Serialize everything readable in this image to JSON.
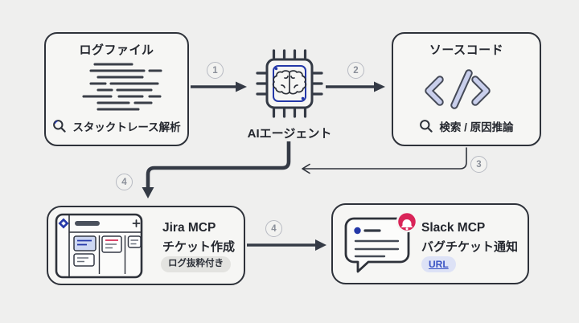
{
  "nodes": {
    "log_file": {
      "title": "ログファイル",
      "caption": "スタックトレース解析"
    },
    "ai_agent": {
      "label": "AIエージェント"
    },
    "source_code": {
      "title": "ソースコード",
      "caption": "検索 / 原因推論"
    },
    "jira": {
      "title": "Jira MCP",
      "subtitle": "チケット作成",
      "badge": "ログ抜粋付き"
    },
    "slack": {
      "title": "Slack MCP",
      "subtitle": "バグチケット通知",
      "badge": "URL"
    }
  },
  "steps": {
    "s1": "1",
    "s2": "2",
    "s3": "3",
    "s4a": "4",
    "s4b": "4"
  },
  "icons": {
    "log_file": "log-lines-icon",
    "log_caption": "search-icon",
    "ai_agent": "cpu-brain-icon",
    "source_code": "code-brackets-icon",
    "source_caption": "search-icon",
    "jira": "kanban-board-icon",
    "slack": "chat-notification-icon"
  },
  "colors": {
    "background": "#efefee",
    "node_bg": "#f6f6f4",
    "border": "#2e323a",
    "arrow": "#343a45",
    "accent_blue": "#2438a8",
    "accent_red": "#d92458",
    "lavender": "#c9cfec",
    "card_blue": "#cdd7f3",
    "badge_gray_bg": "#e3e3e0",
    "url_badge_bg": "#dde2f6",
    "url_badge_text": "#3a53c4"
  }
}
